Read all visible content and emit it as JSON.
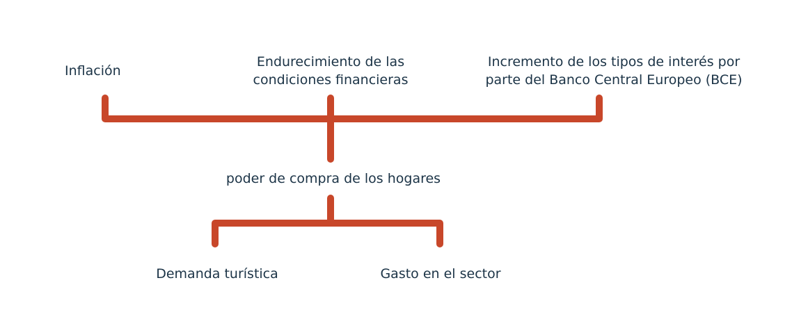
{
  "colors": {
    "connector": "#c8472a",
    "text": "#1b3346",
    "background": "#ffffff"
  },
  "causes": {
    "inflation": "Inflación",
    "tightening_line1": "Endurecimiento de las",
    "tightening_line2": "condiciones financieras",
    "rates_line1": "Incremento de los tipos de interés por",
    "rates_line2": "parte del Banco Central Europeo (BCE)"
  },
  "center": {
    "purchasing_power": "poder de compra de los hogares"
  },
  "effects": {
    "tourism_demand": "Demanda turística",
    "sector_spending": "Gasto en el sector"
  }
}
